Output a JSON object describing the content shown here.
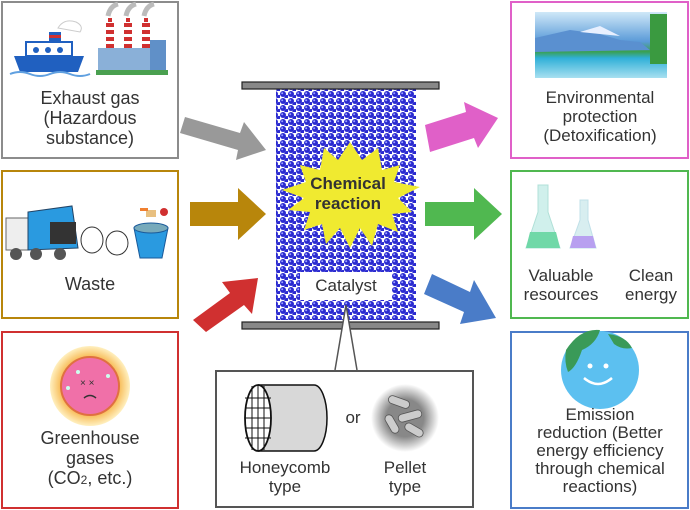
{
  "inputs": {
    "exhaust": {
      "line1": "Exhaust gas",
      "line2": "(Hazardous",
      "line3": "substance)"
    },
    "waste": {
      "label": "Waste"
    },
    "greenhouse": {
      "line1": "Greenhouse",
      "line2": "gases",
      "line3": "(CO",
      "sub": "2",
      "line3b": ", etc.)"
    }
  },
  "reactor": {
    "reaction_line1": "Chemical",
    "reaction_line2": "reaction",
    "catalyst": "Catalyst"
  },
  "catalyst_types": {
    "honeycomb_line1": "Honeycomb",
    "honeycomb_line2": "type",
    "or": "or",
    "pellet_line1": "Pellet",
    "pellet_line2": "type"
  },
  "outputs": {
    "environment": {
      "line1": "Environmental",
      "line2": "protection",
      "line3": "(Detoxification)"
    },
    "resources": {
      "left1": "Valuable",
      "left2": "resources",
      "right1": "Clean",
      "right2": "energy"
    },
    "emission": {
      "line1": "Emission",
      "line2": "reduction (Better",
      "line3": "energy efficiency",
      "line4": "through chemical",
      "line5": "reactions)"
    }
  },
  "colors": {
    "exhaust": "#999999",
    "waste": "#b8860b",
    "greenhouse": "#d03030",
    "environment": "#e060c8",
    "resources": "#50b850",
    "emission": "#4a7cc8",
    "reaction_burst": "#f0ea30",
    "catalyst_bead": "#2a2ad0"
  }
}
